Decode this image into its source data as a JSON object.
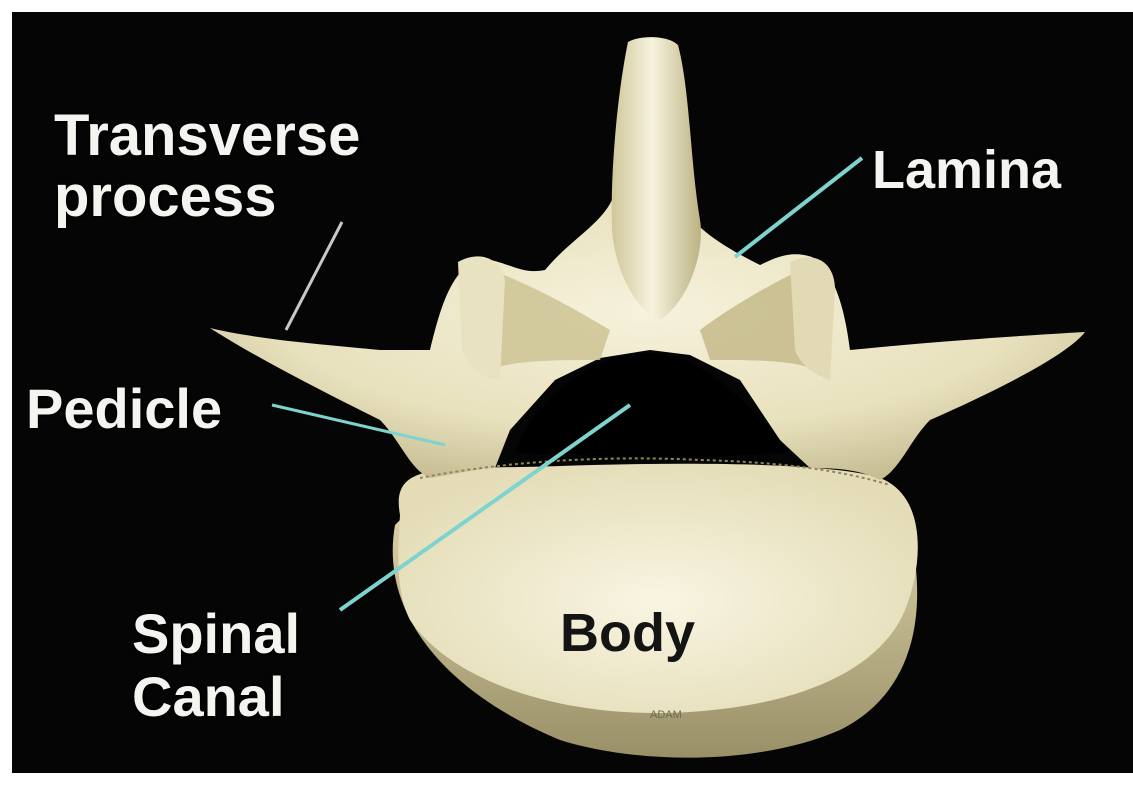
{
  "labels": {
    "transverse_line1": "Transverse",
    "transverse_line2": "process",
    "lamina": "Lamina",
    "pedicle": "Pedicle",
    "spinal_line1": "Spinal",
    "spinal_line2": "Canal",
    "body": "Body"
  },
  "colors": {
    "background": "#050505",
    "frame": "#ffffff",
    "bone_light": "#f3efd4",
    "bone_mid": "#ddd5ac",
    "bone_shadow": "#a59c70",
    "canal": "#000000",
    "pointer_line": "#7fd3cf",
    "pointer_line_gray": "#c8c8c8",
    "label_light": "#f4f4f0",
    "label_dark": "#141414"
  }
}
